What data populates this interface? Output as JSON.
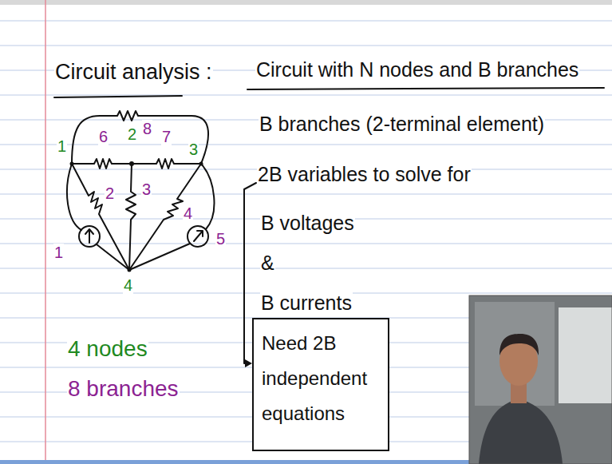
{
  "diagram": {
    "title": "Circuit analysis :",
    "nodes": [
      {
        "text": [
          "Need 2B independent equations"
        ]
      }
    ],
    "labels": [
      "Circuit with N nodes and B branches",
      "8",
      "6",
      "2",
      "7",
      "1",
      "3",
      "B branches (2-terminal element)",
      "2",
      "3",
      "4",
      "2B variables to solve for",
      "1",
      "5",
      "B voltages",
      "&",
      "4",
      "B currents",
      "4 nodes",
      "8 branches"
    ]
  }
}
